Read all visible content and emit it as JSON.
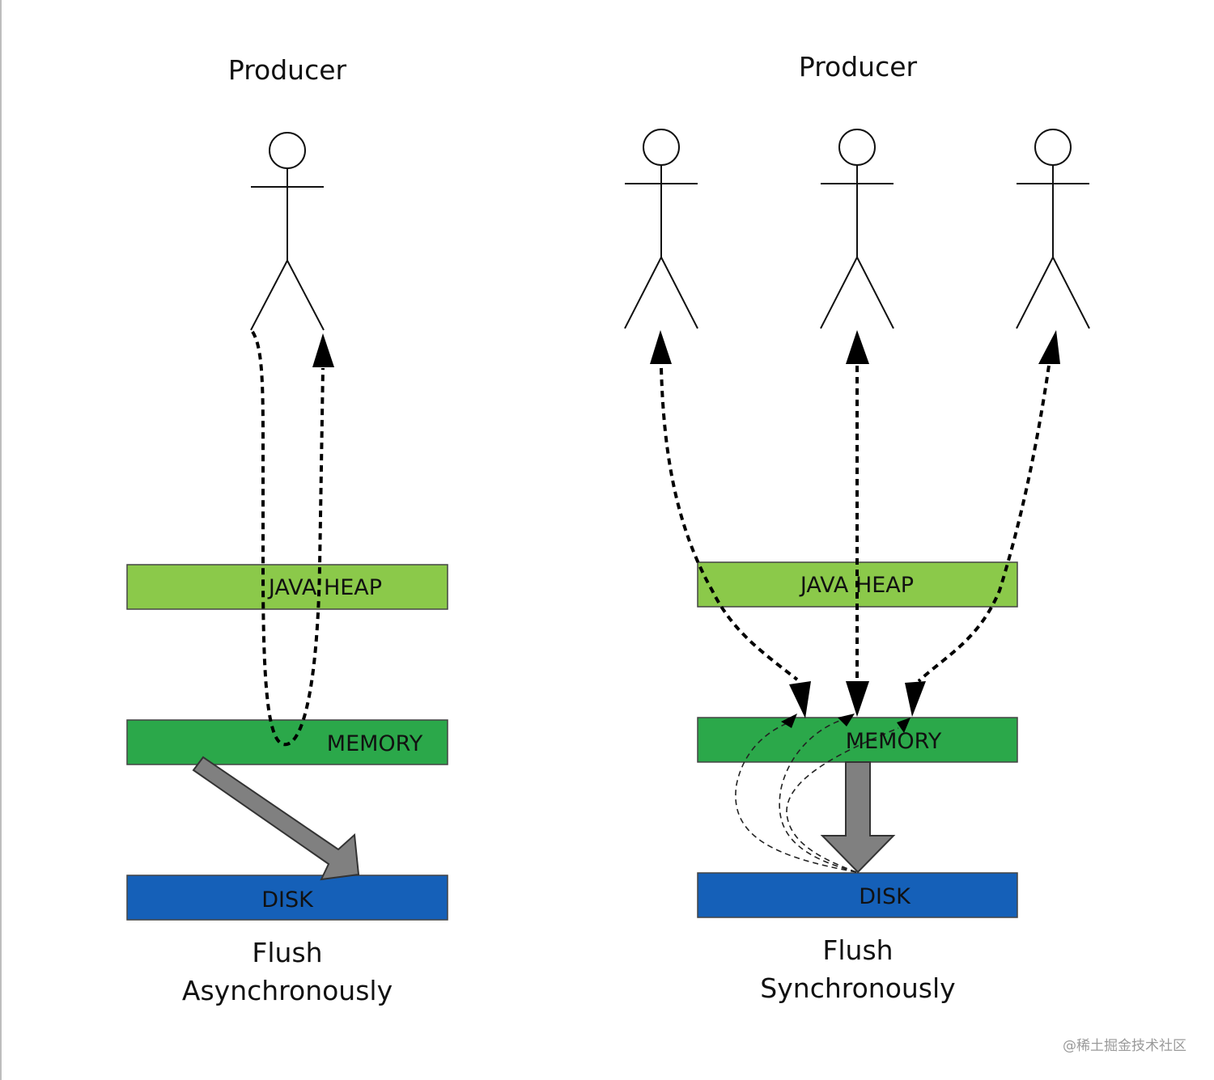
{
  "left_panel": {
    "title": "Producer",
    "layers": {
      "java_heap": "JAVA HEAP",
      "memory": "MEMORY",
      "disk": "DISK"
    },
    "caption_line1": "Flush",
    "caption_line2": "Asynchronously"
  },
  "right_panel": {
    "title": "Producer",
    "layers": {
      "java_heap": "JAVA HEAP",
      "memory": "MEMORY",
      "disk": "DISK"
    },
    "caption_line1": "Flush",
    "caption_line2": "Synchronously"
  },
  "watermark": "@稀土掘金技术社区",
  "colors": {
    "java_heap": "#8bc94a",
    "memory": "#2ba84a",
    "disk": "#1560b8",
    "flush_arrow": "#808080"
  },
  "icons": [
    "actor-icon"
  ]
}
